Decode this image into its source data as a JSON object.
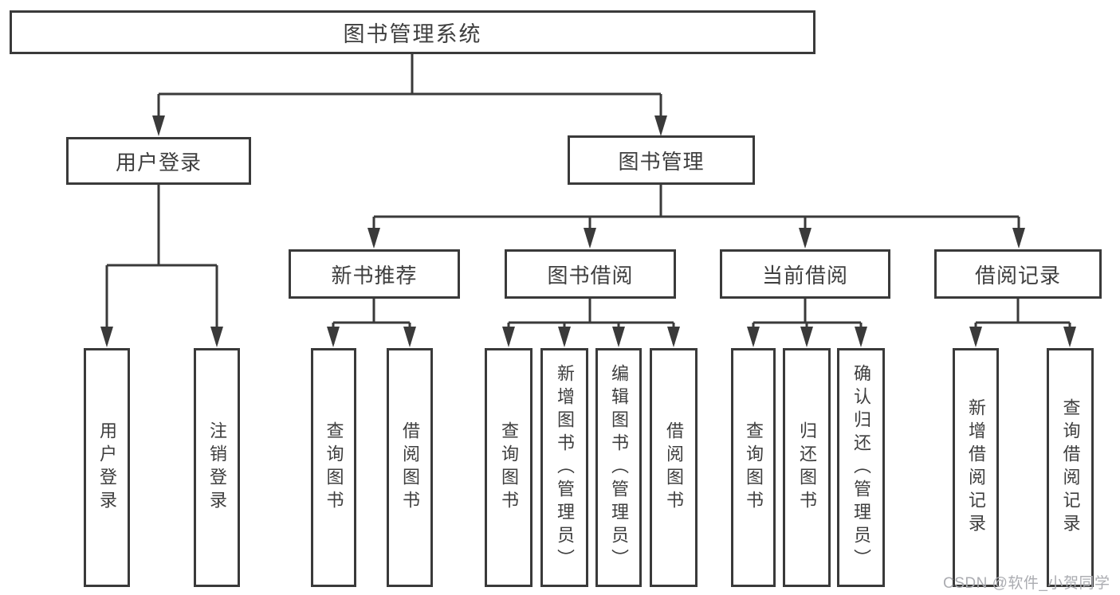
{
  "diagram": {
    "title": "图书管理系统",
    "line_color": "#3a3a3a",
    "box_background": "#ffffff",
    "level1": [
      {
        "label": "用户登录",
        "parent": "图书管理系统"
      },
      {
        "label": "图书管理",
        "parent": "图书管理系统"
      }
    ],
    "level2": [
      {
        "label": "新书推荐",
        "parent": "图书管理"
      },
      {
        "label": "图书借阅",
        "parent": "图书管理"
      },
      {
        "label": "当前借阅",
        "parent": "图书管理"
      },
      {
        "label": "借阅记录",
        "parent": "图书管理"
      }
    ],
    "leaves": [
      {
        "label": "用户登录",
        "parent": "用户登录"
      },
      {
        "label": "注销登录",
        "parent": "用户登录"
      },
      {
        "label": "查询图书",
        "parent": "新书推荐"
      },
      {
        "label": "借阅图书",
        "parent": "新书推荐"
      },
      {
        "label": "查询图书",
        "parent": "图书借阅"
      },
      {
        "label": "新增图书（管理员）",
        "parent": "图书借阅"
      },
      {
        "label": "编辑图书（管理员）",
        "parent": "图书借阅"
      },
      {
        "label": "借阅图书",
        "parent": "图书借阅"
      },
      {
        "label": "查询图书",
        "parent": "当前借阅"
      },
      {
        "label": "归还图书",
        "parent": "当前借阅"
      },
      {
        "label": "确认归还（管理员）",
        "parent": "当前借阅"
      },
      {
        "label": "新增借阅记录",
        "parent": "借阅记录"
      },
      {
        "label": "查询借阅记录",
        "parent": "借阅记录"
      }
    ]
  },
  "watermark": {
    "text": "CSDN @软件_小贺同学",
    "color": "#abacb1"
  }
}
